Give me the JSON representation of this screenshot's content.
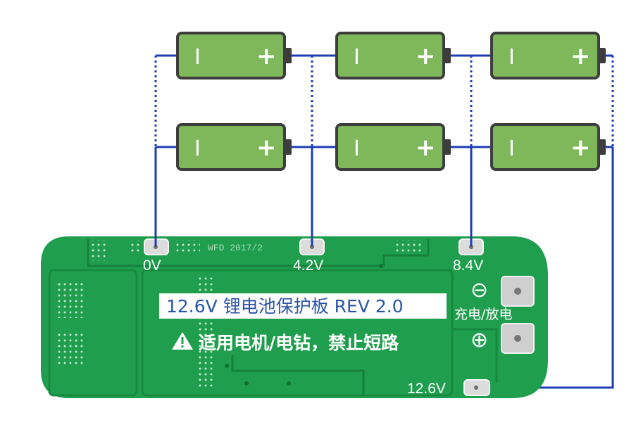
{
  "diagram": {
    "cells": {
      "count": 6,
      "negative_symbol": "I",
      "positive_symbol": "+",
      "fill_color": "#7fb85a",
      "outline_color": "#3d3d3d"
    },
    "wire_color": "#1d3cb0",
    "board": {
      "color": "#1f9f4e",
      "title": "12.6V 锂电池保护板 REV 2.0",
      "warning": "适用电机/电钻，禁止短路",
      "date_code": "WFD 2017/2",
      "pads": [
        "0V",
        "4.2V",
        "8.4V",
        "12.6V"
      ],
      "charge_discharge": "充电/放电",
      "minus_symbol": "⊖",
      "plus_symbol": "⊕"
    }
  }
}
